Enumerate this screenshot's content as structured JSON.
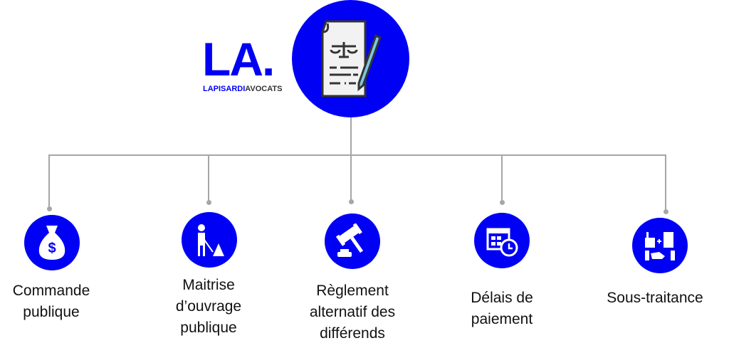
{
  "logo": {
    "mark": "LA.",
    "name_part1": "LAPISARDI",
    "name_part2": "AVOCATS"
  },
  "colors": {
    "accent": "#0000f5",
    "connector": "#a6a6a6"
  },
  "root": {
    "icon": "legal-document-icon"
  },
  "children": [
    {
      "label_lines": [
        "Commande",
        "publique"
      ],
      "icon": "money-bag-icon"
    },
    {
      "label_lines": [
        "Maitrise",
        "d’ouvrage",
        "publique"
      ],
      "icon": "construction-worker-icon"
    },
    {
      "label_lines": [
        "Règlement",
        "alternatif des",
        "différends"
      ],
      "icon": "gavel-icon"
    },
    {
      "label_lines": [
        "Délais de",
        "paiement"
      ],
      "icon": "calendar-clock-icon"
    },
    {
      "label_lines": [
        "Sous-traitance"
      ],
      "icon": "buildings-handshake-icon"
    }
  ]
}
